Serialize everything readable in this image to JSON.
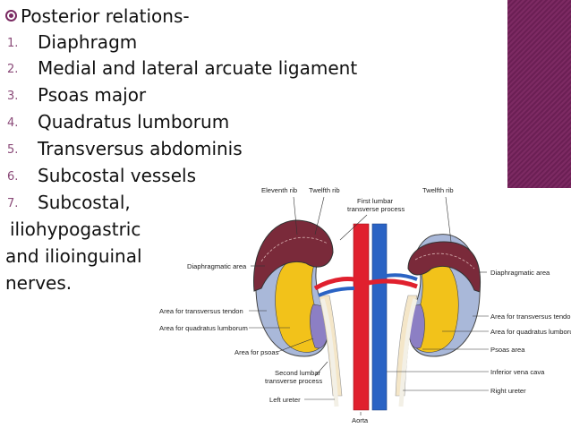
{
  "slide": {
    "heading": "Posterior relations-",
    "items": [
      {
        "num": "1.",
        "text": "Diaphragm"
      },
      {
        "num": "2.",
        "text": "Medial and lateral arcuate ligament"
      },
      {
        "num": "3.",
        "text": "Psoas major"
      },
      {
        "num": "4.",
        "text": "Quadratus lumborum"
      },
      {
        "num": "5.",
        "text": "Transversus abdominis"
      },
      {
        "num": "6.",
        "text": "Subcostal vessels"
      },
      {
        "num": "7.",
        "text": "Subcostal,"
      }
    ],
    "continuation": [
      "iliohypogastric",
      "and ilioinguinal",
      "nerves."
    ]
  },
  "diagram": {
    "labels": {
      "eleventh_rib": "Eleventh rib",
      "twelfth_rib_left": "Twelfth rib",
      "first_lumbar_1": "First lumbar",
      "first_lumbar_2": "transverse process",
      "twelfth_rib_right": "Twelfth rib",
      "diaphragmatic_area_left": "Diaphragmatic area",
      "diaphragmatic_area_right": "Diaphragmatic area",
      "transversus_left": "Area for transversus tendon",
      "quadratus_left": "Area for quadratus lumborum",
      "psoas_left": "Area for psoas",
      "second_lumbar_1": "Second lumbar",
      "second_lumbar_2": "transverse process",
      "left_ureter": "Left ureter",
      "aorta": "Aorta",
      "transversus_right": "Area for transversus tendon",
      "quadratus_right": "Area for quadratus lumborum",
      "psoas_right": "Psoas area",
      "ivc": "Inferior vena cava",
      "right_ureter": "Right ureter"
    },
    "colors": {
      "aorta": "#e0202e",
      "ivc": "#2a63c4",
      "diaphragm": "#7a2a3a",
      "quadratus": "#f2c21a",
      "transversus": "#a9b8d9",
      "psoas": "#8c7fc4",
      "muscle": "#f4e6c8"
    }
  }
}
